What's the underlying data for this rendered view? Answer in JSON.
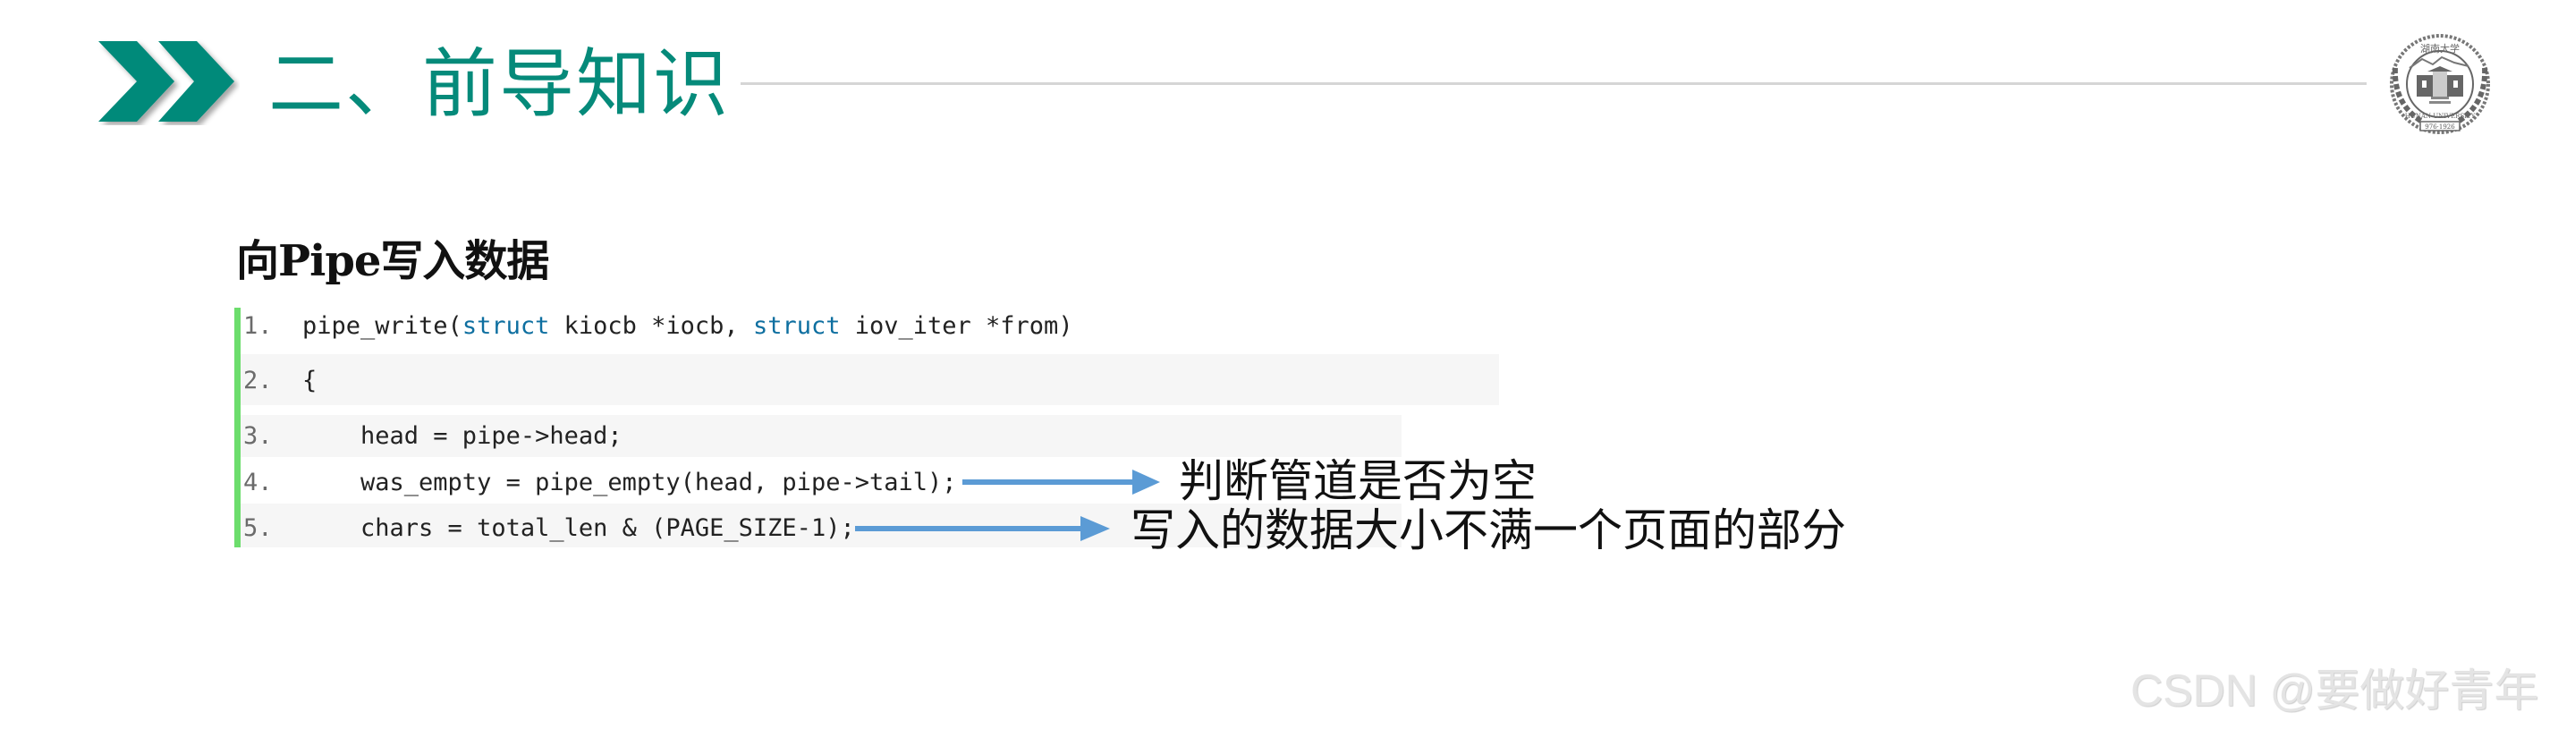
{
  "header": {
    "title": "二、前导知识",
    "icon": "double-chevron-right-icon",
    "accent_color": "#058A7A",
    "logo": {
      "icon": "university-emblem-icon",
      "top_text": "湖南大学",
      "ring_text": "HUNAN UNIVERSITY",
      "banner_text": "976·1926"
    }
  },
  "section": {
    "heading": "向Pipe写入数据"
  },
  "code": {
    "accent_bar_color": "#6CDD6C",
    "keyword_color": "#0E6FA0",
    "lines": [
      {
        "num": "1.",
        "pre": "pipe_write(",
        "kw1": "struct",
        "mid": " kiocb *iocb, ",
        "kw2": "struct",
        "post": " iov_iter *from)"
      },
      {
        "num": "2.",
        "text": "{"
      },
      {
        "num": "3.",
        "text": "    head = pipe->head;"
      },
      {
        "num": "4.",
        "text": "    was_empty = pipe_empty(head, pipe->tail);"
      },
      {
        "num": "5.",
        "text": "    chars = total_len & (PAGE_SIZE-1);"
      }
    ]
  },
  "annotations": [
    {
      "text": "判断管道是否为空",
      "arrow_color": "#5B9BD5",
      "target_line": 4
    },
    {
      "text": "写入的数据大小不满一个页面的部分",
      "arrow_color": "#5B9BD5",
      "target_line": 5
    }
  ],
  "watermark": "CSDN @要做好青年"
}
